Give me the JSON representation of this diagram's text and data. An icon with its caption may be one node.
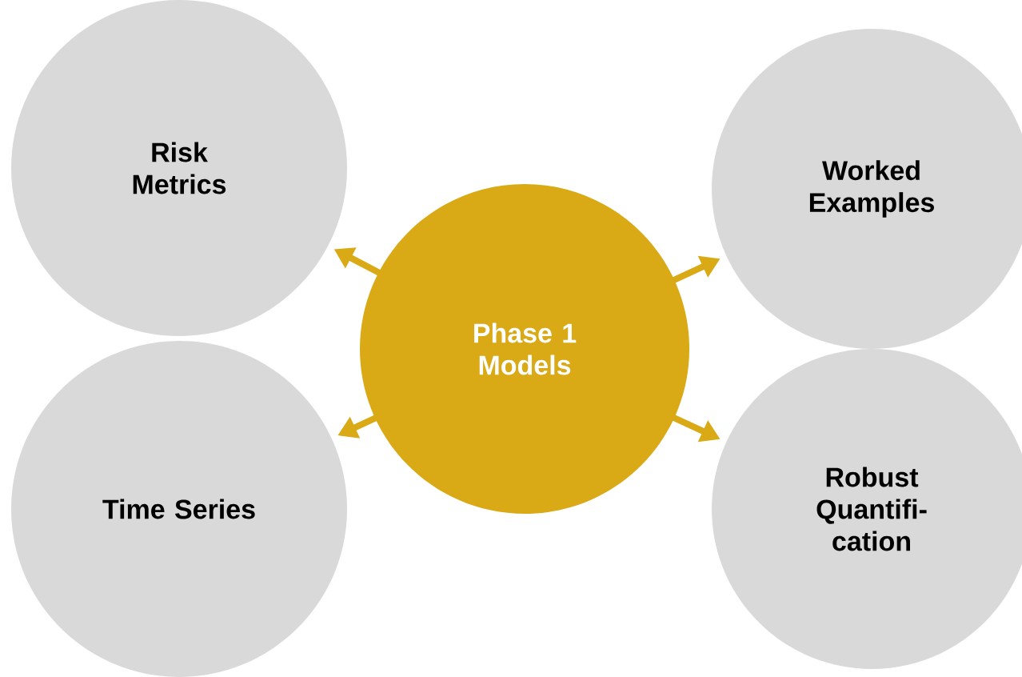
{
  "diagram": {
    "nodes": [
      {
        "text": [
          "Phase 1 Models"
        ]
      },
      {
        "text": [
          "Risk Metrics"
        ]
      },
      {
        "text": [
          "Worked Examples"
        ]
      },
      {
        "text": [
          "Time Series"
        ]
      },
      {
        "text": [
          "Robust Quantifi-cation"
        ]
      }
    ],
    "edges": [
      {
        "from": 0,
        "to": 1,
        "arrow": "to"
      },
      {
        "from": 0,
        "to": 2,
        "arrow": "to"
      },
      {
        "from": 0,
        "to": 3,
        "arrow": "to"
      },
      {
        "from": 0,
        "to": 4,
        "arrow": "to"
      }
    ]
  }
}
